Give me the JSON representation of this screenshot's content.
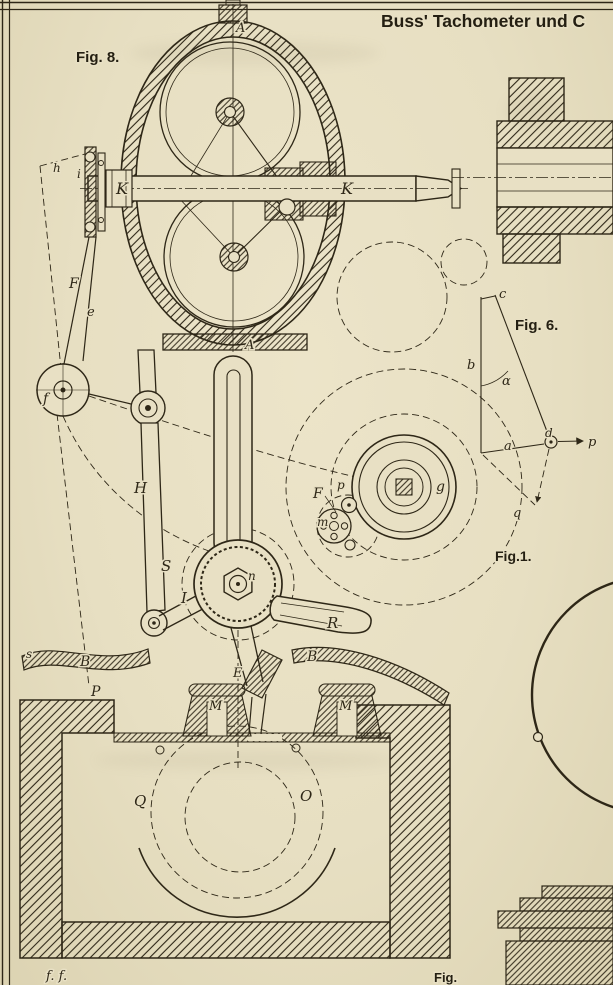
{
  "title": "Buss' Tachometer und C",
  "figure_labels": {
    "fig8": "Fig. 8.",
    "fig6": "Fig. 6.",
    "fig1": "Fig.1.",
    "fig_partial_bottom": "Fig.",
    "bottom_left_marks": "f.  f."
  },
  "part_labels": {
    "A_top": "A",
    "A_bottom": "A",
    "K_left": "K",
    "K_right": "K",
    "h": "h",
    "i": "i",
    "F_rod": "F",
    "e": "e",
    "f": "f",
    "H": "H",
    "S": "S",
    "I": "I",
    "n": "n",
    "R": "R",
    "E": "E",
    "F_gear": "F",
    "p_gear": "p",
    "m": "m",
    "g": "g",
    "s": "s",
    "B_left": "B",
    "B_right": "B",
    "P": "P",
    "M_left": "M",
    "M_right": "M",
    "Q": "Q",
    "O": "O",
    "c": "c",
    "b": "b",
    "alpha": "α",
    "a": "a",
    "d": "d",
    "p_vec": "p",
    "q_vec": "q"
  },
  "colors": {
    "paper": "#e8e0c4",
    "ink": "#2e2717"
  }
}
